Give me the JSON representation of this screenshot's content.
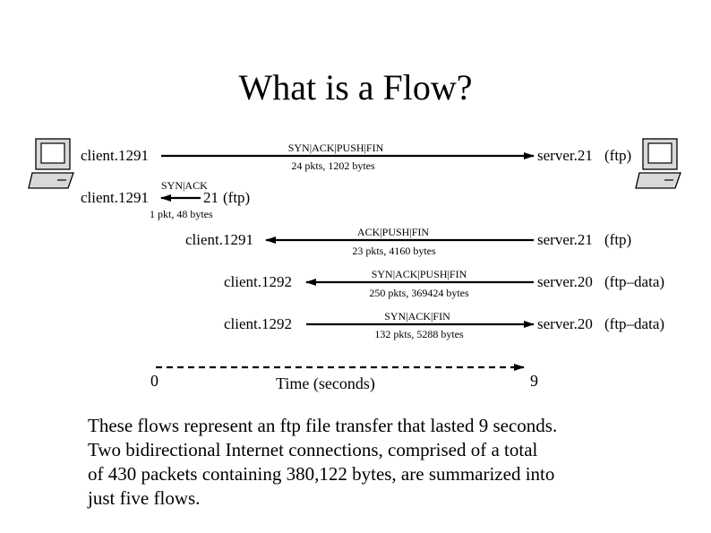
{
  "title": "What is a Flow?",
  "flows": [
    {
      "left": "client.1291",
      "right": "server.21",
      "right_suffix": "(ftp)",
      "flags": "SYN|ACK|PUSH|FIN",
      "stats": "24 pkts, 1202 bytes",
      "direction": "client-to-server"
    },
    {
      "left": "client.1291",
      "right": "21",
      "right_suffix": "(ftp)",
      "flags": "SYN|ACK",
      "stats": "1 pkt, 48 bytes",
      "direction": "server-to-client"
    },
    {
      "left": "client.1291",
      "right": "server.21",
      "right_suffix": "(ftp)",
      "flags": "ACK|PUSH|FIN",
      "stats": "23 pkts, 4160 bytes",
      "direction": "server-to-client"
    },
    {
      "left": "client.1292",
      "right": "server.20",
      "right_suffix": "(ftp–data)",
      "flags": "SYN|ACK|PUSH|FIN",
      "stats": "250 pkts, 369424 bytes",
      "direction": "server-to-client"
    },
    {
      "left": "client.1292",
      "right": "server.20",
      "right_suffix": "(ftp–data)",
      "flags": "SYN|ACK|FIN",
      "stats": "132 pkts, 5288 bytes",
      "direction": "client-to-server"
    }
  ],
  "timeline": {
    "start": "0",
    "end": "9",
    "label": "Time (seconds)"
  },
  "icons": {
    "client": "computer-icon",
    "server": "computer-icon"
  },
  "caption": [
    "These flows represent an ftp file transfer that lasted 9 seconds.",
    "Two bidirectional Internet connections, comprised of a total",
    "of 430 packets containing 380,122 bytes, are summarized into",
    "just five flows."
  ]
}
